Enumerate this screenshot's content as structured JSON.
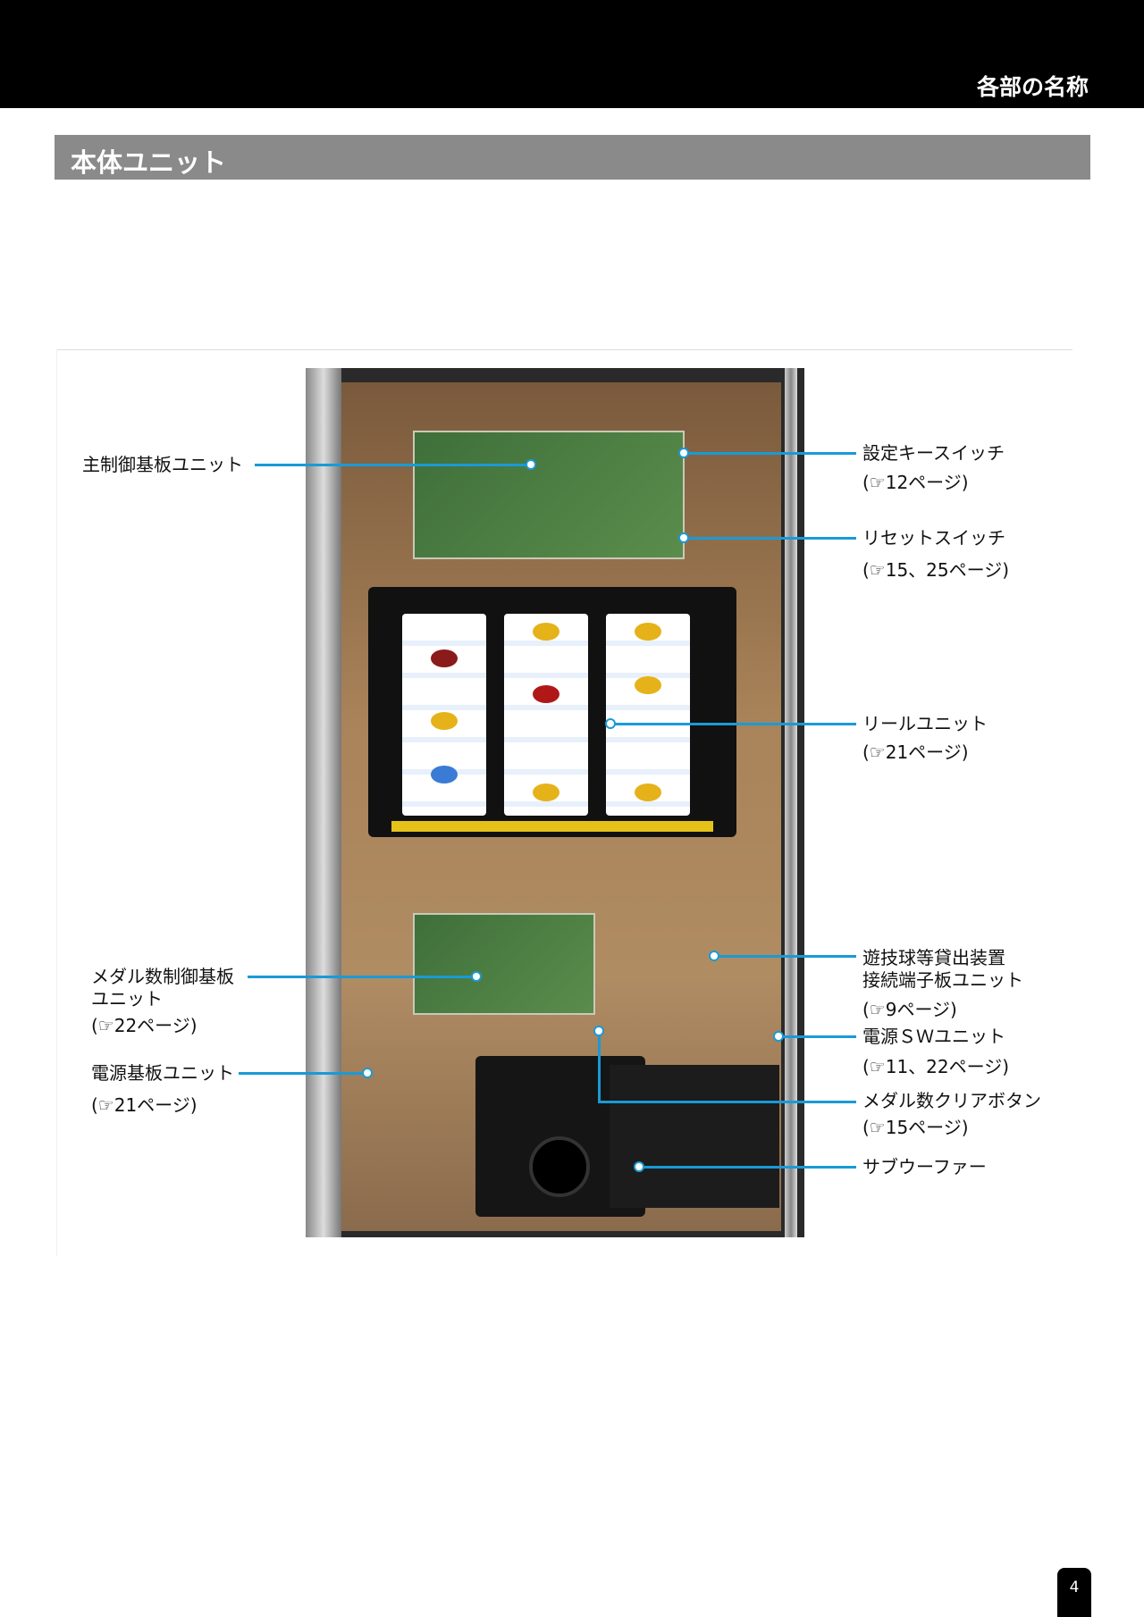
{
  "header": {
    "section": "各部の名称"
  },
  "title": "本体ユニット",
  "labels": {
    "main_board": {
      "name": "主制御基板ユニット"
    },
    "setting_key": {
      "name": "設定キースイッチ",
      "ref": "(☞12ページ)"
    },
    "reset": {
      "name": "リセットスイッチ",
      "ref": "(☞15、25ページ)"
    },
    "reel": {
      "name": "リールユニット",
      "ref": "(☞21ページ)"
    },
    "ball_lending": {
      "name1": "遊技球等貸出装置",
      "name2": "接続端子板ユニット",
      "ref": "(☞9ページ)"
    },
    "power_sw": {
      "name": "電源ＳＷユニット",
      "ref": "(☞11、22ページ)"
    },
    "medal_clear": {
      "name": "メダル数クリアボタン",
      "ref": "(☞15ページ)"
    },
    "subwoofer": {
      "name": "サブウーファー"
    },
    "medal_board": {
      "name1": "メダル数制御基板",
      "name2": "ユニット",
      "ref": "(☞22ページ)"
    },
    "power_board": {
      "name": "電源基板ユニット",
      "ref": "(☞21ページ)"
    }
  },
  "page_number": "4",
  "colors": {
    "leader": "#1a9ad6",
    "title_bar": "#8a8a8a"
  }
}
